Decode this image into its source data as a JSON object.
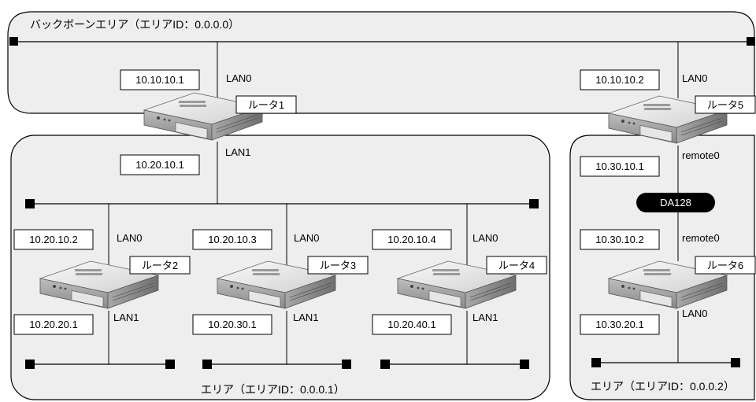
{
  "areas": {
    "backbone_title": "バックボーンエリア（エリアID：0.0.0.0）",
    "area1_title": "エリア（エリアID：0.0.0.1）",
    "area2_title": "エリア（エリアID：0.0.0.2）"
  },
  "routers": [
    {
      "name": "ルータ1",
      "ip_upper": "10.10.10.1",
      "if_upper": "LAN0",
      "ip_lower": "10.20.10.1",
      "if_lower": "LAN1"
    },
    {
      "name": "ルータ2",
      "ip_upper": "10.20.10.2",
      "if_upper": "LAN0",
      "ip_lower": "10.20.20.1",
      "if_lower": "LAN1"
    },
    {
      "name": "ルータ3",
      "ip_upper": "10.20.10.3",
      "if_upper": "LAN0",
      "ip_lower": "10.20.30.1",
      "if_lower": "LAN1"
    },
    {
      "name": "ルータ4",
      "ip_upper": "10.20.10.4",
      "if_upper": "LAN0",
      "ip_lower": "10.20.40.1",
      "if_lower": "LAN1"
    },
    {
      "name": "ルータ5",
      "ip_upper": "10.10.10.2",
      "if_upper": "LAN0",
      "ip_lower": "10.30.10.1",
      "if_lower": "remote0"
    },
    {
      "name": "ルータ6",
      "ip_upper": "10.30.10.2",
      "if_upper": "remote0",
      "ip_lower": "10.30.20.1",
      "if_lower": "LAN0"
    }
  ],
  "link": {
    "label": "DA128"
  }
}
